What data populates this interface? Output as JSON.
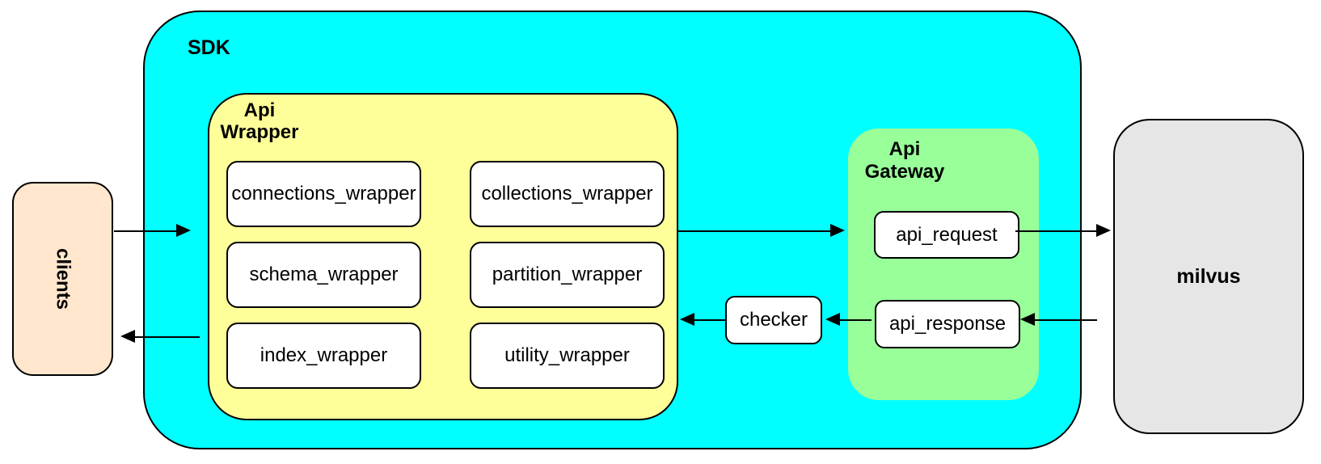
{
  "diagram": {
    "nodes": {
      "clients": {
        "label": "clients",
        "fill": "#FFE6CC"
      },
      "sdk": {
        "label": "SDK",
        "fill": "#00FFFF"
      },
      "api_wrapper": {
        "label": "Api\nWrapper",
        "fill": "#FFFF99"
      },
      "connections_wrapper": {
        "label": "connections_wrapper",
        "fill": "#FFFFFF"
      },
      "collections_wrapper": {
        "label": "collections_wrapper",
        "fill": "#FFFFFF"
      },
      "schema_wrapper": {
        "label": "schema_wrapper",
        "fill": "#FFFFFF"
      },
      "partition_wrapper": {
        "label": "partition_wrapper",
        "fill": "#FFFFFF"
      },
      "index_wrapper": {
        "label": "index_wrapper",
        "fill": "#FFFFFF"
      },
      "utility_wrapper": {
        "label": "utility_wrapper",
        "fill": "#FFFFFF"
      },
      "checker": {
        "label": "checker",
        "fill": "#FFFFFF"
      },
      "api_gateway": {
        "label": "Api\nGateway",
        "fill": "#99FF99"
      },
      "api_request": {
        "label": "api_request",
        "fill": "#FFFFFF"
      },
      "api_response": {
        "label": "api_response",
        "fill": "#FFFFFF"
      },
      "milvus": {
        "label": "milvus",
        "fill": "#E6E6E6"
      }
    },
    "edges": [
      {
        "from": "clients",
        "to": "sdk"
      },
      {
        "from": "api_wrapper",
        "to": "clients"
      },
      {
        "from": "api_wrapper",
        "to": "api_gateway"
      },
      {
        "from": "api_request",
        "to": "milvus"
      },
      {
        "from": "milvus",
        "to": "api_response"
      },
      {
        "from": "api_response",
        "to": "checker"
      },
      {
        "from": "checker",
        "to": "api_wrapper"
      }
    ],
    "colors": {
      "border": "#000000",
      "background": "#FFFFFF"
    }
  }
}
